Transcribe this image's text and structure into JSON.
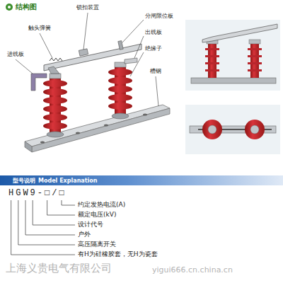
{
  "diagram": {
    "title": "结构图",
    "nodes": [
      {
        "text": [
          "型号说明",
          "Model Explanation"
        ]
      }
    ],
    "labels": [
      "触头弹簧",
      "锁扣装置",
      "分闸限位板",
      "出线板",
      "绝缘子",
      "进线板",
      "槽钢",
      "HGW9-□/□",
      "约定发热电流(A)",
      "额定电压(kV)",
      "设计代号",
      "户外",
      "高压隔离开关",
      "有H为硅橡胶套，无H为瓷套",
      "上海义贵电气有限公司",
      "yigui666.cn.china.cn"
    ]
  }
}
